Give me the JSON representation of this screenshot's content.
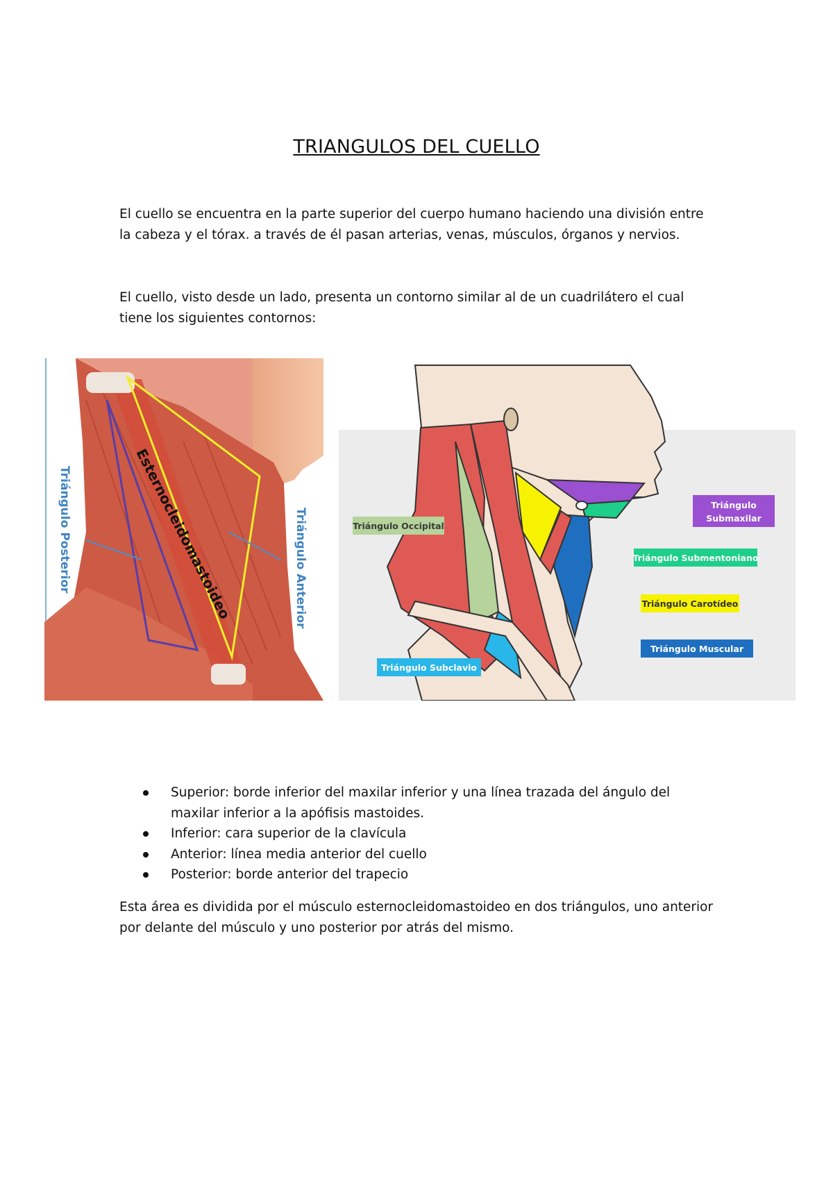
{
  "title": "TRIANGULOS DEL CUELLO",
  "paragraphs": [
    "El cuello se encuentra en la parte superior del cuerpo humano haciendo una división entre la cabeza y el tórax. a través de él pasan arterias, venas, músculos, órganos y nervios.",
    "El cuello, visto desde un lado, presenta un contorno similar al de un cuadrilátero el cual tiene los siguientes contornos:",
    "Esta área es dividida por el músculo esternocleidomastoideo en dos triángulos, uno anterior por delante del músculo y uno posterior por atrás del mismo."
  ],
  "bullets": [
    "Superior: borde inferior del maxilar inferior y una línea trazada del ángulo del maxilar inferior a la apófisis mastoides.",
    "Inferior: cara superior de la clavícula",
    "Anterior: línea media anterior del cuello",
    "Posterior: borde anterior del trapecio"
  ],
  "figure_left": {
    "muscle_label": "Esternocleidomastoideo",
    "posterior_label": "Triángulo Posterior",
    "anterior_label": "Triángulo Anterior"
  },
  "figure_right": {
    "labels": {
      "occipital": "Triángulo Occipital",
      "submaxilar_line1": "Triángulo",
      "submaxilar_line2": "Submaxilar",
      "submentoniano": "Triángulo Submentoniano",
      "carotideo": "Triángulo Carotídeo",
      "muscular": "Triángulo Muscular",
      "subclavio": "Triángulo Subclavio"
    }
  },
  "colors": {
    "occipital": "#b5d39a",
    "submaxilar": "#9b4fd1",
    "submentoniano": "#1ecf8a",
    "carotideo": "#f7f200",
    "muscular": "#1f6fc0",
    "subclavio": "#29b6e8",
    "muscle_red": "#df5a55",
    "skin": "#f3e4d5"
  }
}
